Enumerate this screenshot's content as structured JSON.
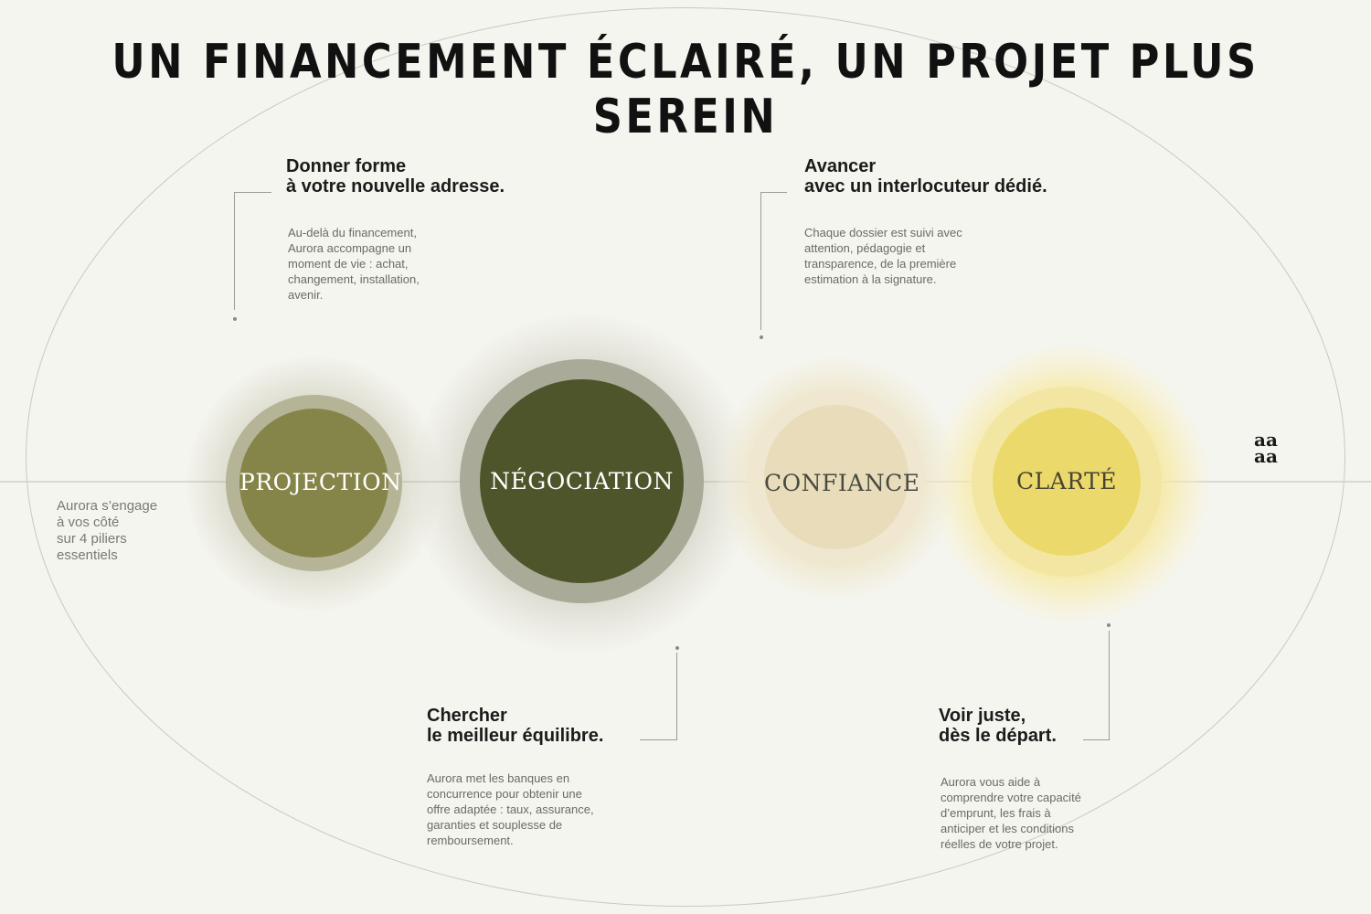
{
  "title": "UN FINANCEMENT ÉCLAIRÉ, UN PROJET PLUS SEREIN",
  "side_note": [
    "Aurora s’engage",
    "à vos côté",
    "sur 4 piliers",
    "essentiels"
  ],
  "pillars": [
    {
      "label": "PROJECTION",
      "color": "#858449"
    },
    {
      "label": "NÉGOCIATION",
      "color": "#4f552a"
    },
    {
      "label": "CONFIANCE",
      "color": "#e8dcbb"
    },
    {
      "label": "CLARTÉ",
      "color": "#ecd96b"
    }
  ],
  "callouts": {
    "projection": {
      "heading": [
        "Donner forme",
        "à votre nouvelle adresse."
      ],
      "body": [
        "Au-delà du financement,",
        "Aurora accompagne un",
        "moment de vie : achat,",
        "changement, installation,",
        "avenir."
      ]
    },
    "confiance": {
      "heading": [
        "Avancer",
        "avec un interlocuteur dédié."
      ],
      "body": [
        "Chaque dossier est suivi avec",
        "attention, pédagogie et",
        "transparence, de la première",
        "estimation à la signature."
      ]
    },
    "negociation": {
      "heading": [
        "Chercher",
        "le meilleur équilibre."
      ],
      "body": [
        "Aurora met les banques en",
        "concurrence pour obtenir une",
        "offre adaptée : taux, assurance,",
        "garanties et souplesse de",
        "remboursement."
      ]
    },
    "clarte": {
      "heading": [
        "Voir juste,",
        "dès le départ."
      ],
      "body": [
        "Aurora vous aide à",
        "comprendre votre capacité",
        "d’emprunt, les frais à",
        "anticiper et les conditions",
        "réelles de votre projet."
      ]
    }
  },
  "logo": {
    "line1": "aa",
    "line2": "aa",
    "mark": "."
  }
}
